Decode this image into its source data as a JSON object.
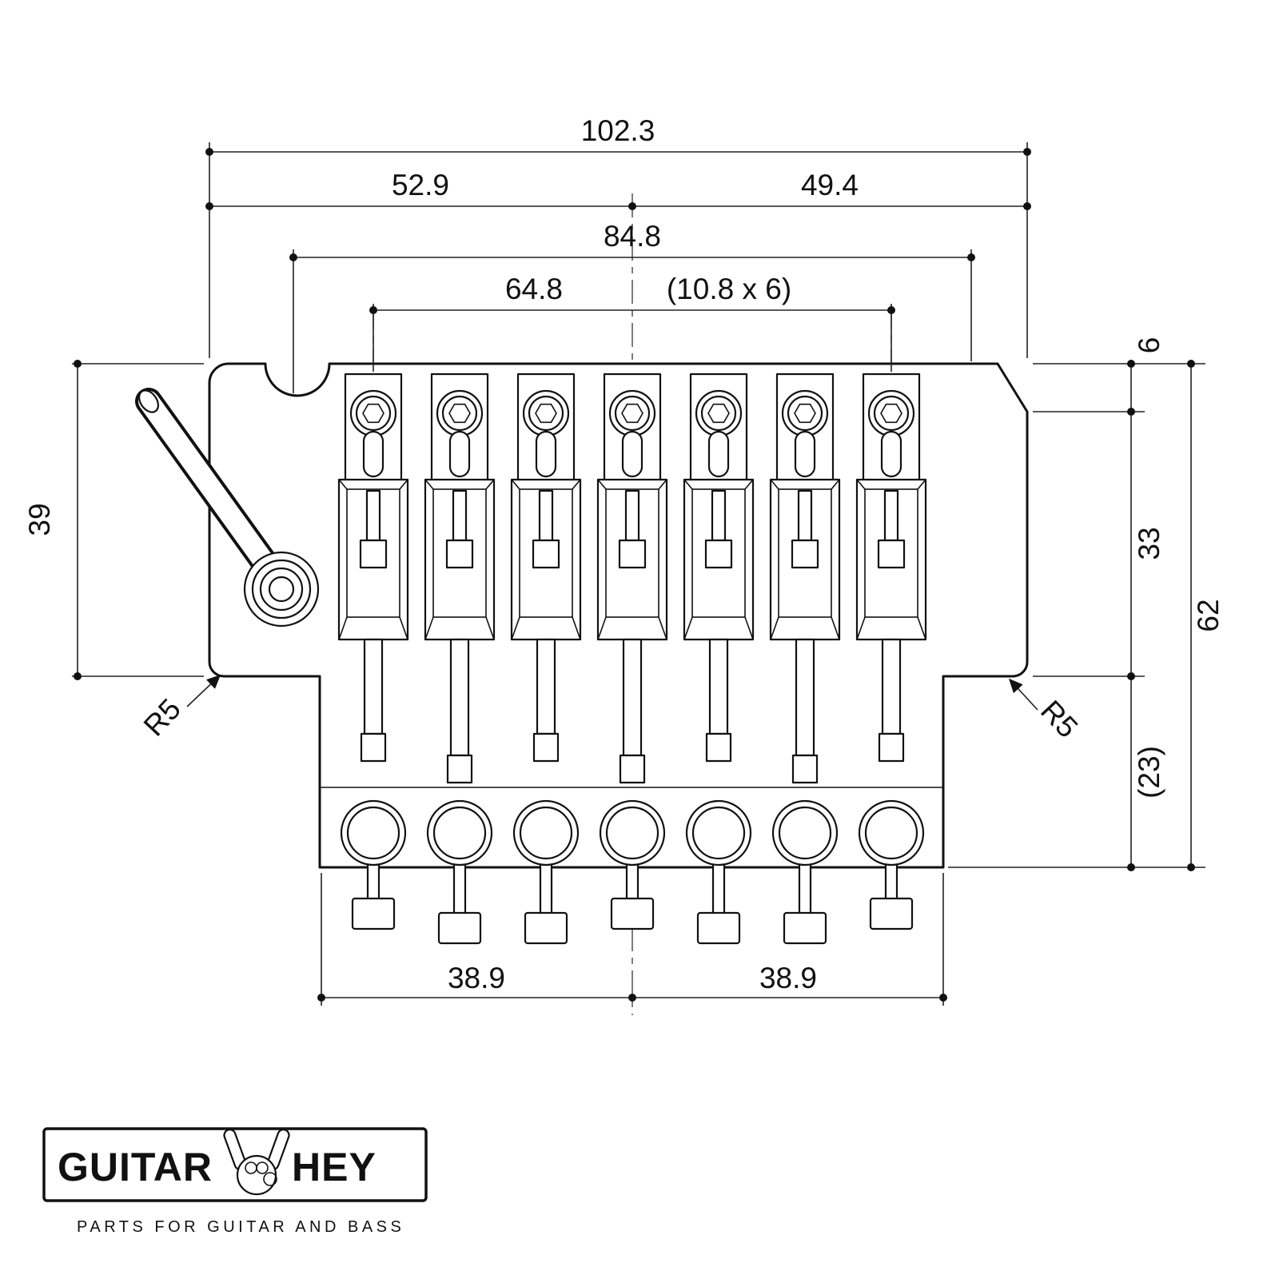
{
  "dims": {
    "total_width": "102.3",
    "left_half": "52.9",
    "right_half": "49.4",
    "mounting_width": "84.8",
    "string_spread": "64.8",
    "string_spacing": "(10.8 x 6)",
    "plate_height": "39",
    "edge_step": "6",
    "mid_height": "33",
    "overall_height": "62",
    "lower_depth": "(23)",
    "radius_left": "R5",
    "radius_right": "R5",
    "stud_left": "38.9",
    "stud_right": "38.9"
  },
  "logo": {
    "brand_first": "GUITAR",
    "brand_second": "HEY",
    "tagline": "PARTS FOR GUITAR AND BASS"
  },
  "colors": {
    "line": "#111111",
    "background": "#ffffff"
  }
}
